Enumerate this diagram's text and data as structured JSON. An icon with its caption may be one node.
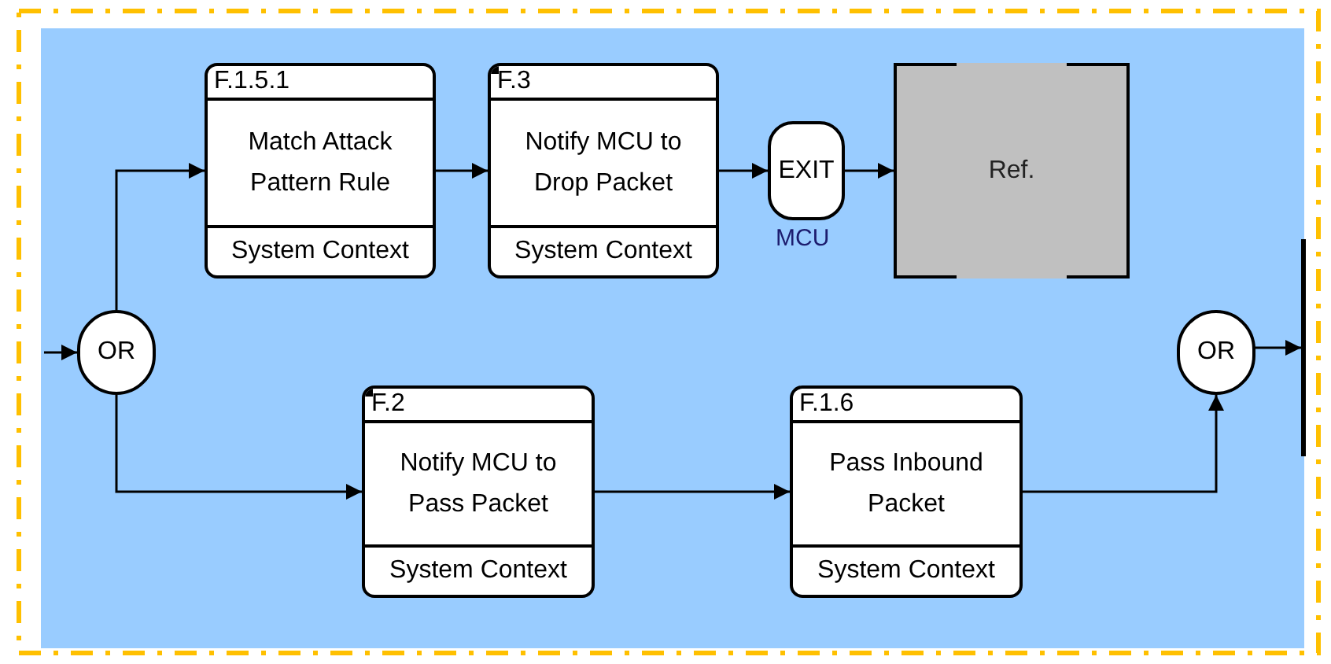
{
  "diagram": {
    "nodes": [
      {
        "text": [
          "OR"
        ]
      },
      {
        "text": [
          "F.1.5.1",
          "Match Attack Pattern Rule",
          "System Context"
        ]
      },
      {
        "text": [
          "F.3",
          "Notify MCU to Drop Packet",
          "System Context"
        ]
      },
      {
        "text": [
          "EXIT"
        ],
        "beside": [
          "MCU"
        ]
      },
      {
        "text": [
          "Ref."
        ]
      },
      {
        "text": [
          "F.2",
          "Notify MCU to Pass Packet",
          "System Context"
        ]
      },
      {
        "text": [
          "F.1.6",
          "Pass Inbound Packet",
          "System Context"
        ]
      },
      {
        "text": [
          "OR"
        ]
      },
      {
        "text": [],
        "shape": "bar"
      }
    ],
    "edges": [
      {
        "from": null,
        "to": 0,
        "arrow": "to"
      },
      {
        "from": 0,
        "to": 1,
        "arrow": "to"
      },
      {
        "from": 1,
        "to": 2,
        "arrow": "to"
      },
      {
        "from": 2,
        "to": 3,
        "arrow": "to"
      },
      {
        "from": 3,
        "to": 4,
        "arrow": "to"
      },
      {
        "from": 0,
        "to": 5,
        "arrow": "to"
      },
      {
        "from": 5,
        "to": 6,
        "arrow": "to"
      },
      {
        "from": 6,
        "to": 7,
        "arrow": "to"
      },
      {
        "from": 7,
        "to": 8,
        "arrow": "to"
      }
    ]
  }
}
